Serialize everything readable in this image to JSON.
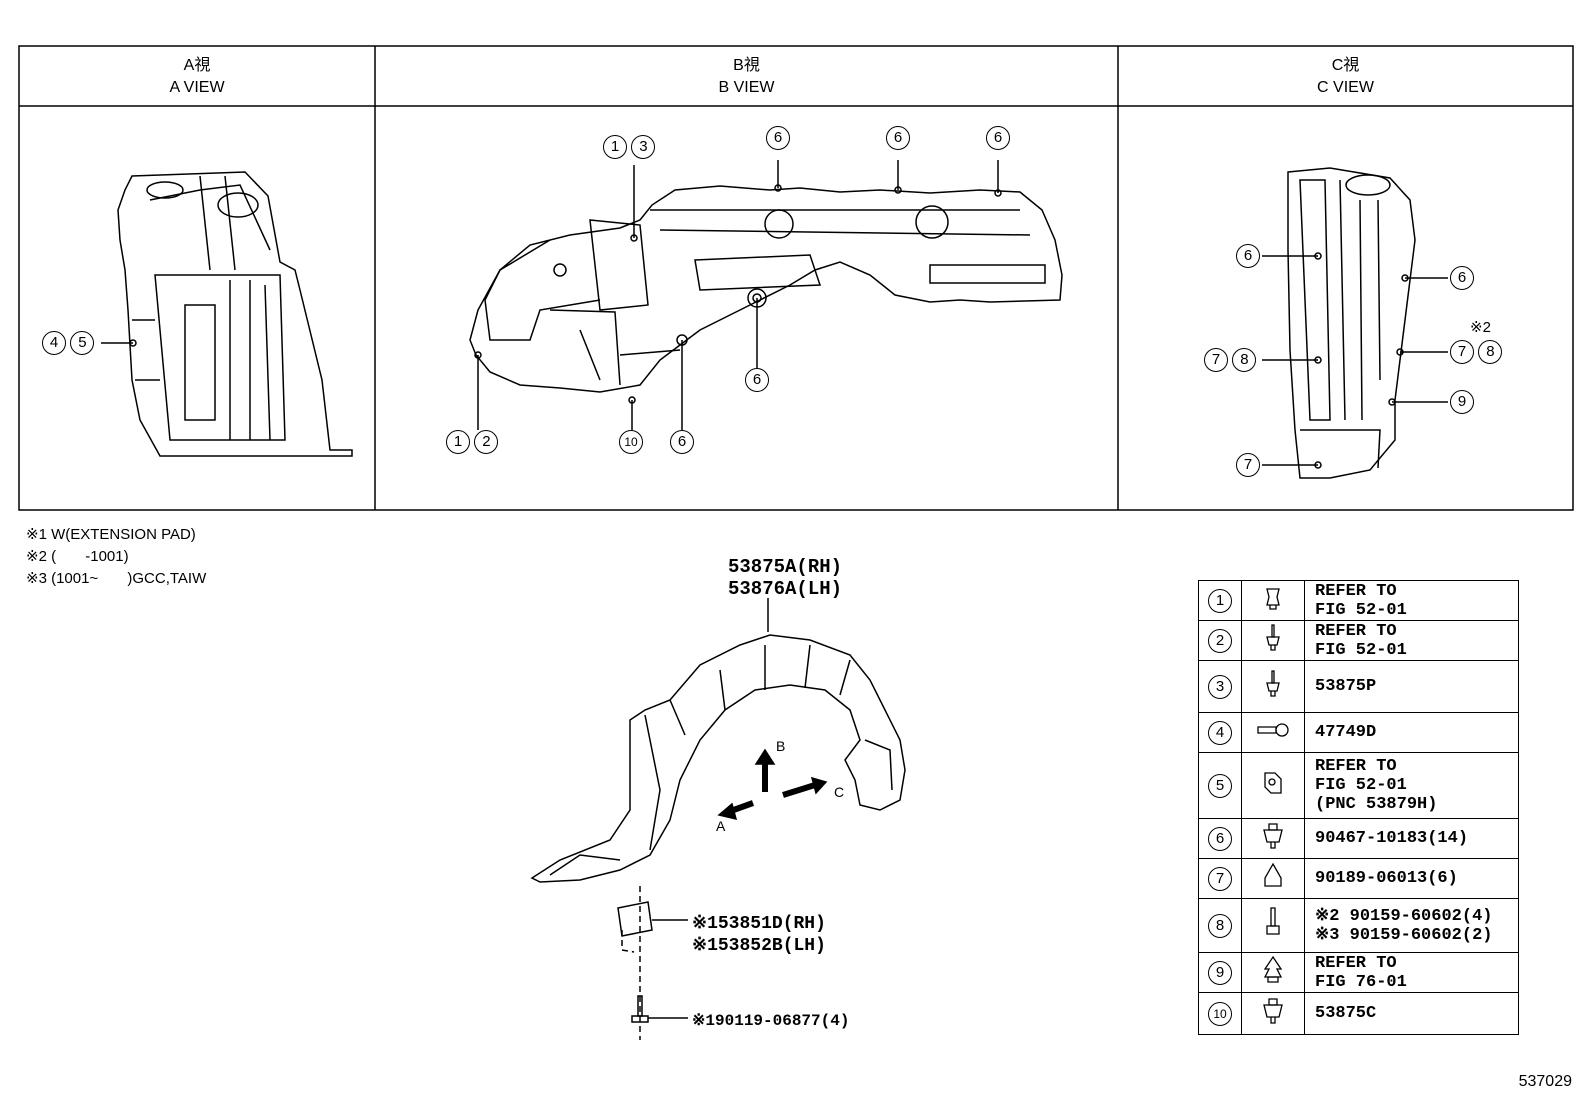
{
  "views": [
    {
      "jp": "A視",
      "en": "A VIEW"
    },
    {
      "jp": "B視",
      "en": "B VIEW"
    },
    {
      "jp": "C視",
      "en": "C VIEW"
    }
  ],
  "notes": [
    "※1 W(EXTENSION PAD)",
    "※2 (       -1001)",
    "※3 (1001~       )GCC,TAIW"
  ],
  "callouts": {
    "a_45": [
      "4",
      "5"
    ],
    "b_13": [
      "1",
      "3"
    ],
    "b_12": [
      "1",
      "2"
    ],
    "b_6": "6",
    "b_10": "10",
    "c_6": "6",
    "c_78": [
      "7",
      "8"
    ],
    "c_9": "9",
    "c_7": "7",
    "c_note2": "※2"
  },
  "main_part": {
    "rh": "53875A(RH)",
    "lh": "53876A(LH)",
    "pad_rh": "※153851D(RH)",
    "pad_lh": "※153852B(LH)",
    "screw": "※190119-06877(4)",
    "dir_a": "A",
    "dir_b": "B",
    "dir_c": "C"
  },
  "legend": [
    {
      "num": "1",
      "icon": "clip-icon",
      "lines": [
        "REFER TO",
        "FIG 52-01"
      ]
    },
    {
      "num": "2",
      "icon": "screw-clip-icon",
      "lines": [
        "REFER TO",
        "FIG 52-01"
      ]
    },
    {
      "num": "3",
      "icon": "screw-clip-icon",
      "lines": [
        "53875P"
      ]
    },
    {
      "num": "4",
      "icon": "bolt-icon",
      "lines": [
        "47749D"
      ]
    },
    {
      "num": "5",
      "icon": "nut-clip-icon",
      "lines": [
        "REFER TO",
        "FIG 52-01",
        "(PNC 53879H)"
      ]
    },
    {
      "num": "6",
      "icon": "push-clip-icon",
      "lines": [
        "90467-10183(14)"
      ]
    },
    {
      "num": "7",
      "icon": "cap-nut-icon",
      "lines": [
        "90189-06013(6)"
      ]
    },
    {
      "num": "8",
      "icon": "screw-icon",
      "lines": [
        "※2 90159-60602(4)",
        "※3 90159-60602(2)"
      ]
    },
    {
      "num": "9",
      "icon": "tree-clip-icon",
      "lines": [
        "REFER TO",
        "FIG 76-01"
      ]
    },
    {
      "num": "10",
      "icon": "push-clip-icon",
      "lines": [
        "53875C"
      ]
    }
  ],
  "figure_id": "537029"
}
